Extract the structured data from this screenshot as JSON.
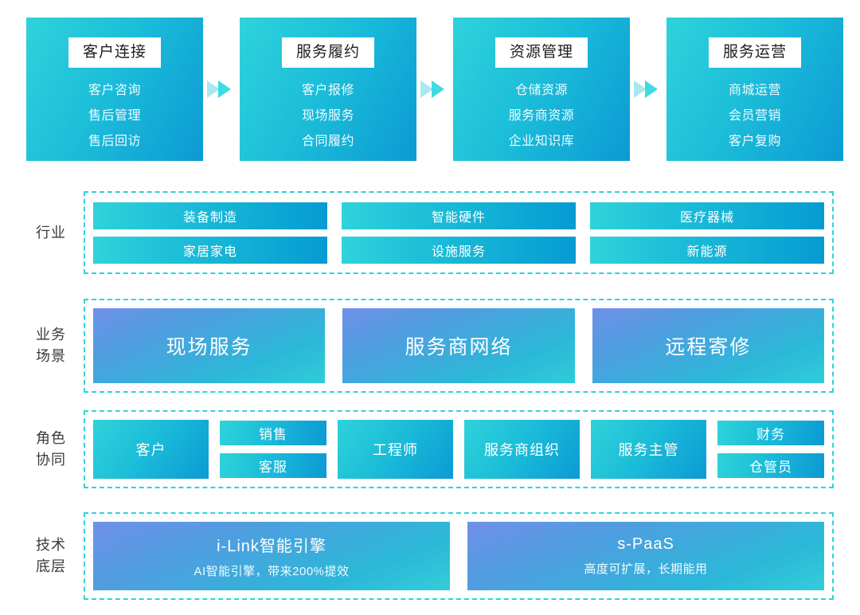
{
  "flow": {
    "arrow_icon": "double-chevron-right-icon",
    "arrow_color_light": "#a9e8ee",
    "arrow_color_bright": "#3fdbe4",
    "cards": [
      {
        "title": "客户连接",
        "items": [
          "客户咨询",
          "售后管理",
          "售后回访"
        ]
      },
      {
        "title": "服务履约",
        "items": [
          "客户报修",
          "现场服务",
          "合同履约"
        ]
      },
      {
        "title": "资源管理",
        "items": [
          "仓储资源",
          "服务商资源",
          "企业知识库"
        ]
      },
      {
        "title": "服务运营",
        "items": [
          "商城运营",
          "会员营销",
          "客户复购"
        ]
      }
    ]
  },
  "sections": {
    "industry": {
      "label": "行业",
      "groups": [
        {
          "top": "装备制造",
          "bottom": "家居家电"
        },
        {
          "top": "智能硬件",
          "bottom": "设施服务"
        },
        {
          "top": "医疗器械",
          "bottom": "新能源"
        }
      ]
    },
    "scenario": {
      "label": "业务\n场景",
      "boxes": [
        "现场服务",
        "服务商网络",
        "远程寄修"
      ]
    },
    "role": {
      "label": "角色\n协同",
      "items": [
        {
          "kind": "tall",
          "label": "客户"
        },
        {
          "kind": "stack",
          "top": "销售",
          "bottom": "客服"
        },
        {
          "kind": "tall",
          "label": "工程师"
        },
        {
          "kind": "tall",
          "label": "服务商组织"
        },
        {
          "kind": "tall",
          "label": "服务主管"
        },
        {
          "kind": "stack",
          "top": "财务",
          "bottom": "仓管员"
        }
      ]
    },
    "tech": {
      "label": "技术\n底层",
      "boxes": [
        {
          "title": "i-Link智能引擎",
          "subtitle": "AI智能引擎，带来200%提效"
        },
        {
          "title": "s-PaaS",
          "subtitle": "高度可扩展，长期能用"
        }
      ]
    }
  },
  "theme": {
    "cyan": "#2ed3da",
    "blue": "#0c9ad4",
    "violet": "#6f8fe8",
    "dashed_border": "#2ed3da",
    "background": "#ffffff"
  }
}
